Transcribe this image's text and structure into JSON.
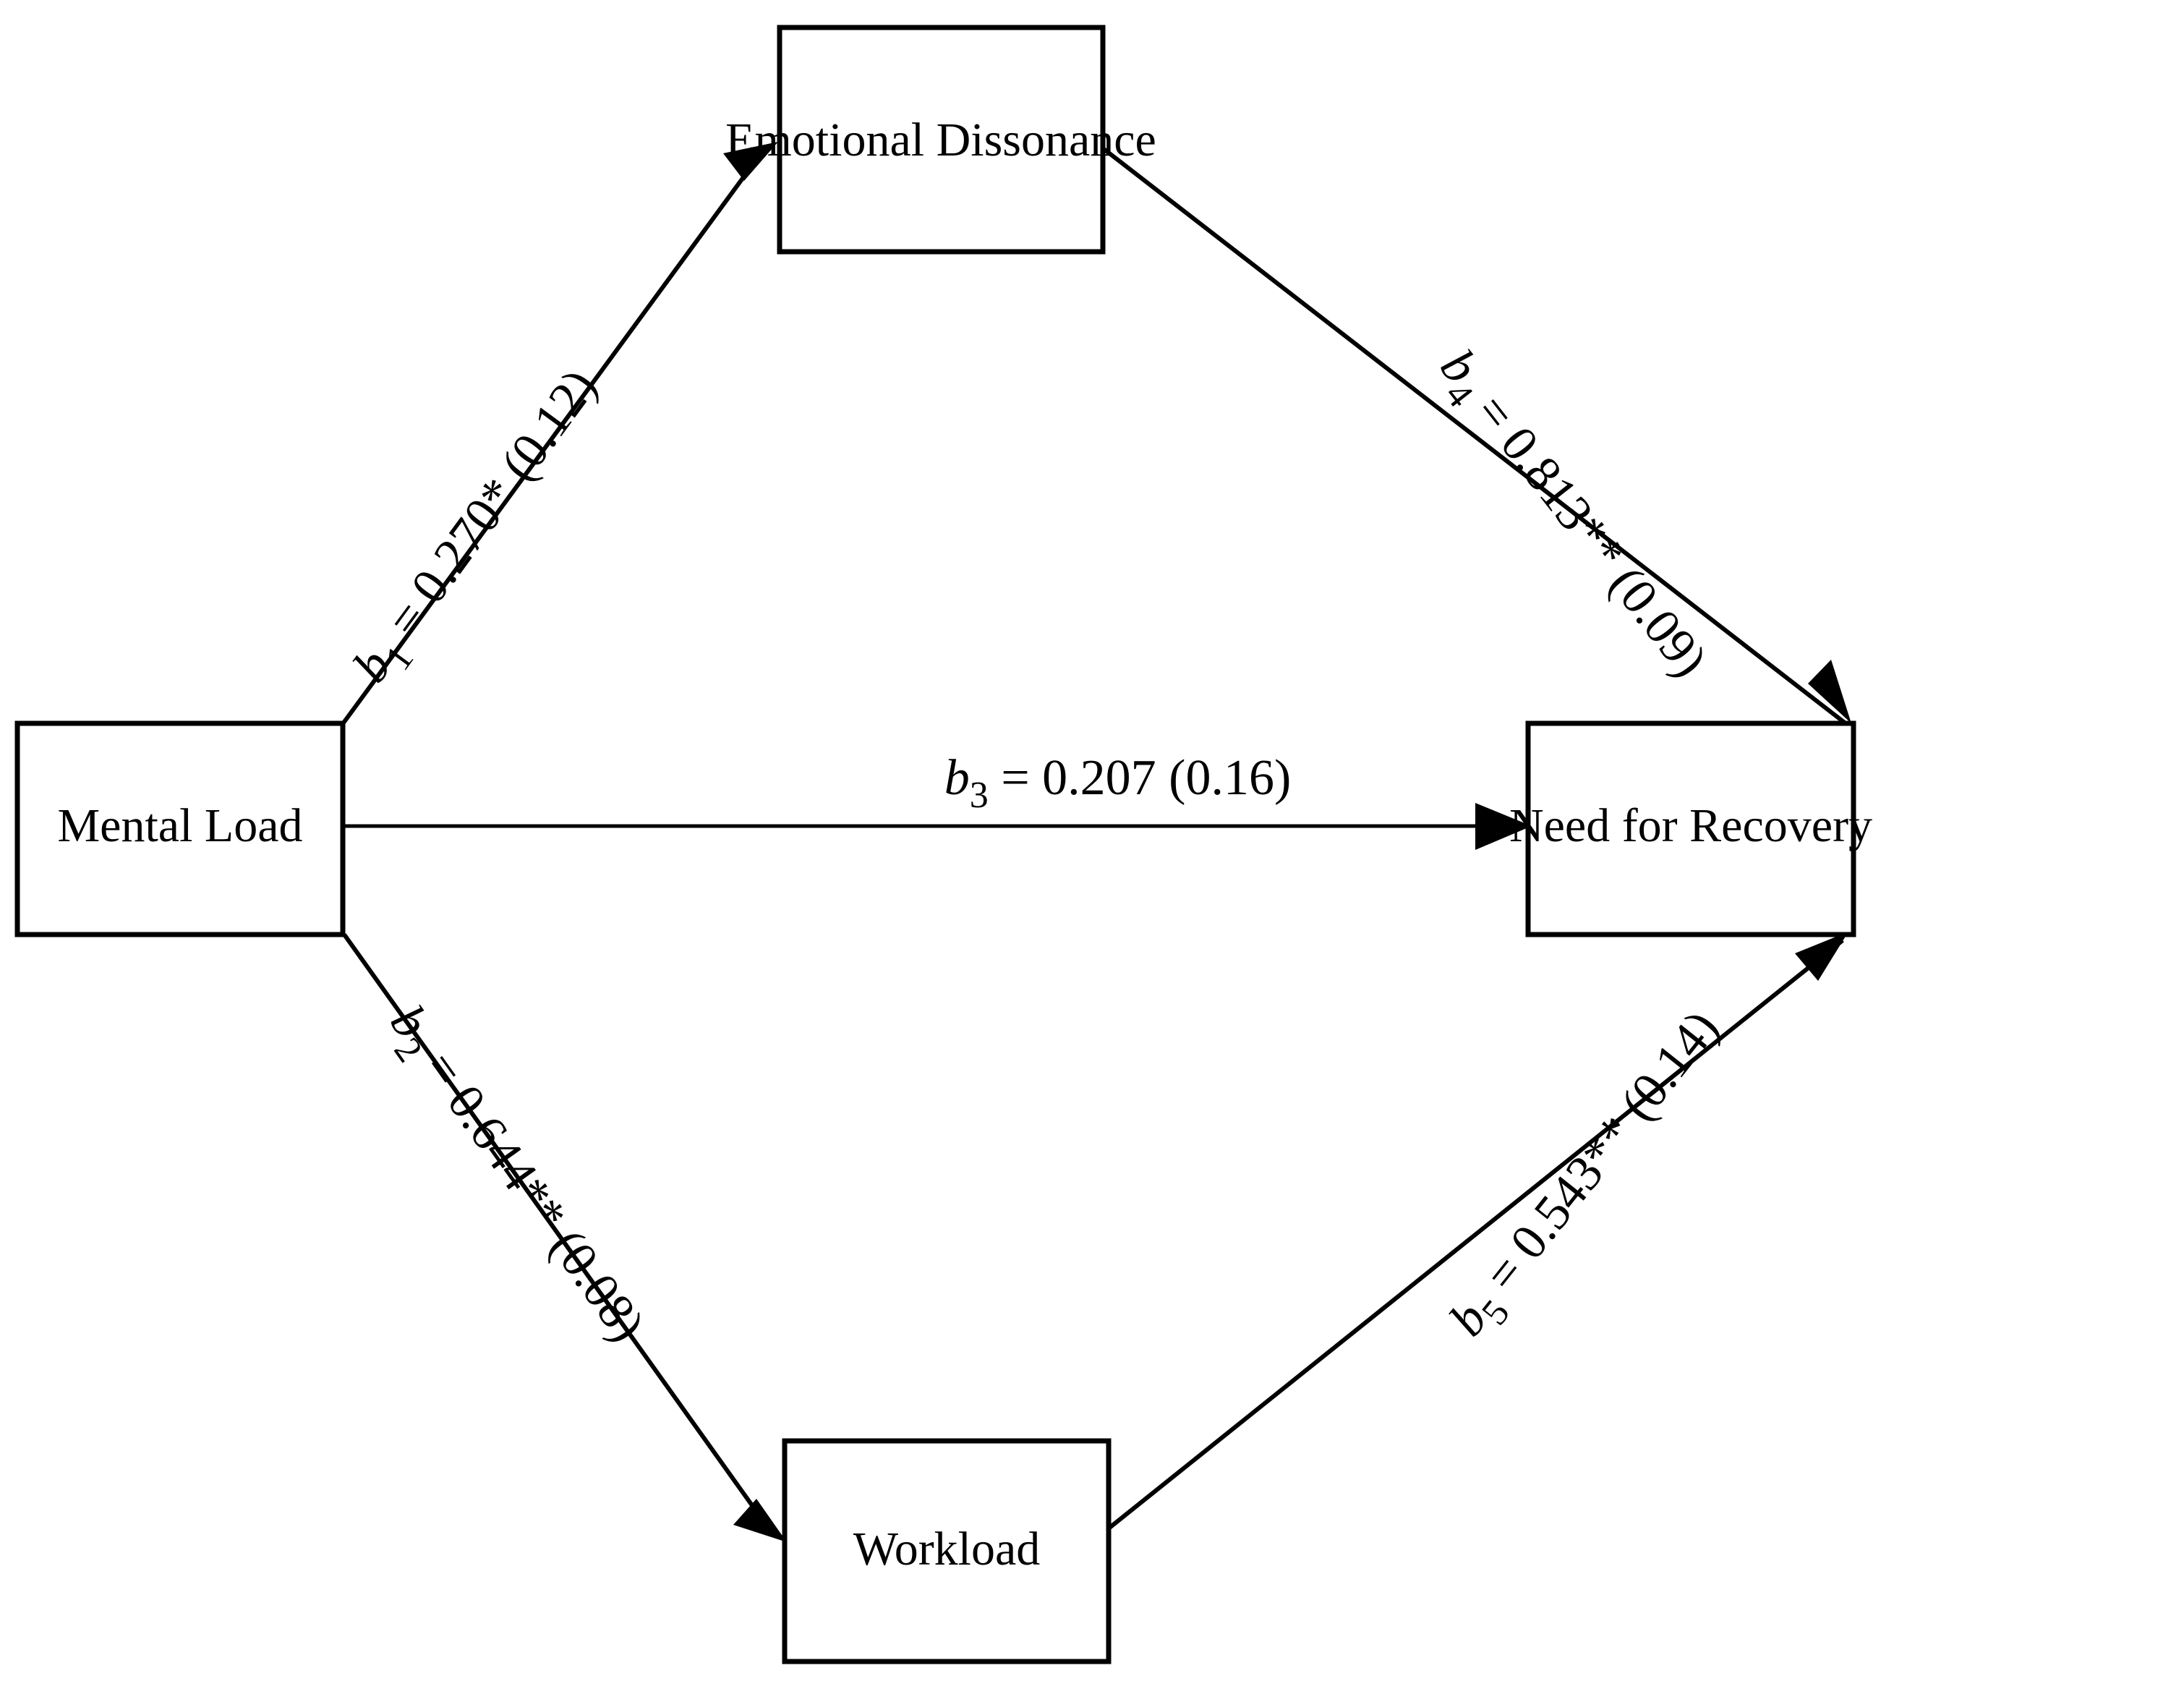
{
  "diagram": {
    "type": "path-model",
    "title": "",
    "nodes": [
      {
        "id": "emotional_dissonance",
        "label": "Emotional Dissonance"
      },
      {
        "id": "mental_load",
        "label": "Mental Load"
      },
      {
        "id": "need_for_recovery",
        "label": "Need for Recovery"
      },
      {
        "id": "workload",
        "label": "Workload"
      }
    ],
    "edges": [
      {
        "id": "b1",
        "from": "mental_load",
        "to": "emotional_dissonance",
        "coefficient_symbol": "b",
        "subscript": "1",
        "estimate": "0.270",
        "significance": "*",
        "standard_error": "(0.12)",
        "label": "b1 = 0.270* (0.12)",
        "label_prefix": " = 0.270* (0.12)"
      },
      {
        "id": "b2",
        "from": "mental_load",
        "to": "workload",
        "coefficient_symbol": "b",
        "subscript": "2",
        "estimate": "0.644",
        "significance": "**",
        "standard_error": "(0.08)",
        "label": "b2 = 0.644** (0.08)",
        "label_prefix": " = 0.644** (0.08)"
      },
      {
        "id": "b3",
        "from": "mental_load",
        "to": "need_for_recovery",
        "coefficient_symbol": "b",
        "subscript": "3",
        "estimate": "0.207",
        "significance": "",
        "standard_error": "(0.16)",
        "label": "b3 = 0.207 (0.16)",
        "label_prefix": " = 0.207 (0.16)"
      },
      {
        "id": "b4",
        "from": "emotional_dissonance",
        "to": "need_for_recovery",
        "coefficient_symbol": "b",
        "subscript": "4",
        "estimate": "0.813",
        "significance": "**",
        "standard_error": "(0.09)",
        "label": "b4 = 0.813** (0.09)",
        "label_prefix": " = 0.813** (0.09)"
      },
      {
        "id": "b5",
        "from": "workload",
        "to": "need_for_recovery",
        "coefficient_symbol": "b",
        "subscript": "5",
        "estimate": "0.543",
        "significance": "**",
        "standard_error": "(0.14)",
        "label": "b5 = 0.543** (0.14)",
        "label_prefix": " = 0.543** (0.14)"
      }
    ],
    "colors": {
      "stroke": "#000000",
      "fill": "#ffffff",
      "text": "#000000"
    }
  }
}
